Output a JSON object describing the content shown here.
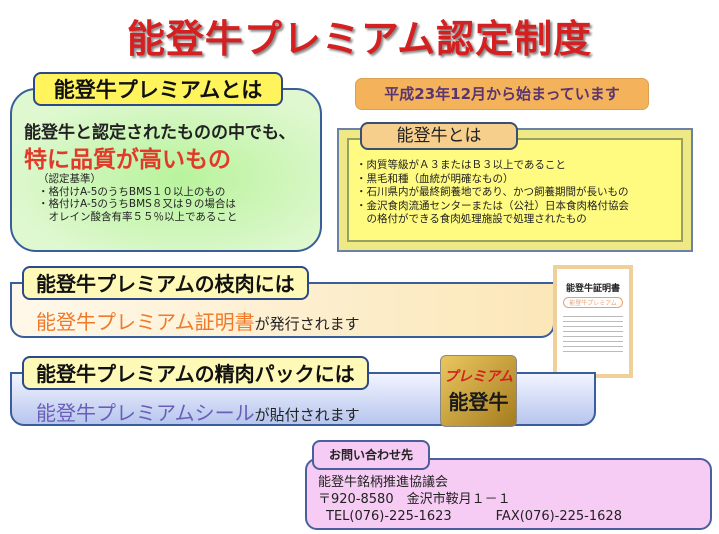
{
  "title": "能登牛プレミアム認定制度",
  "premium": {
    "heading": "能登牛プレミアムとは",
    "line1": "能登牛と認定されたものの中でも、",
    "line2": "特に品質が高いもの",
    "criteria_label": "（認定基準）",
    "criteria": [
      "・格付けA-5のうちBMS１０以上のもの",
      "・格付けA-5のうちBMS８又は９の場合は",
      "　オレイン酸含有率５５％以上であること"
    ]
  },
  "banner": "平成23年12月から始まっています",
  "noto": {
    "heading": "能登牛とは",
    "items": [
      "・肉質等級がＡ３またはＢ３以上であること",
      "・黒毛和種（血統が明確なもの）",
      "・石川県内が最終飼養地であり、かつ飼養期間が長いもの",
      "・金沢食肉流通センターまたは（公社）日本食肉格付協会",
      "　の格付ができる食肉処理施設で処理されたもの"
    ]
  },
  "carcass": {
    "heading": "能登牛プレミアムの枝肉には",
    "highlight": "能登牛プレミアム証明書",
    "suffix": "が発行されます"
  },
  "certificate": {
    "title": "能登牛証明書",
    "subtitle": "能登牛プレミアム"
  },
  "pack": {
    "heading": "能登牛プレミアムの精肉パックには",
    "highlight": "能登牛プレミアムシール",
    "suffix": "が貼付されます"
  },
  "seal": {
    "line1": "プレミアム",
    "line2": "能登牛"
  },
  "contact": {
    "heading": "お問い合わせ先",
    "org": "能登牛銘柄推進協議会",
    "address": "〒920-8580　金沢市鞍月１－１",
    "tel": "TEL(076)-225-1623",
    "fax": "FAX(076)-225-1628"
  }
}
